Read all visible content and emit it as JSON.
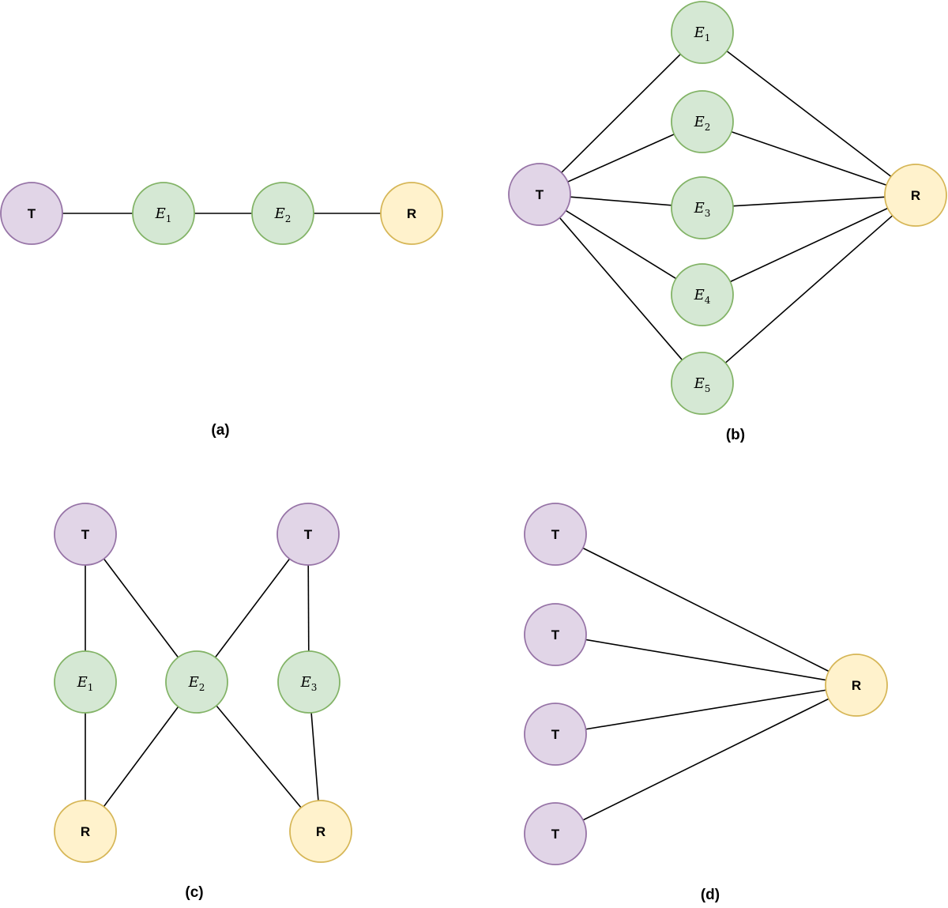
{
  "colors": {
    "T": {
      "fill": "#e1d5e7",
      "stroke": "#9673a6"
    },
    "E": {
      "fill": "#d5e8d4",
      "stroke": "#82b366"
    },
    "R": {
      "fill": "#fff2cc",
      "stroke": "#d6b656"
    }
  },
  "panels": [
    {
      "caption": "(a)",
      "nodes": [
        {
          "id": "a_T",
          "type": "T",
          "label": "T"
        },
        {
          "id": "a_E1",
          "type": "E",
          "label": "E",
          "sub": "1"
        },
        {
          "id": "a_E2",
          "type": "E",
          "label": "E",
          "sub": "2"
        },
        {
          "id": "a_R",
          "type": "R",
          "label": "R"
        }
      ],
      "edges": [
        [
          "a_T",
          "a_E1"
        ],
        [
          "a_E1",
          "a_E2"
        ],
        [
          "a_E2",
          "a_R"
        ]
      ]
    },
    {
      "caption": "(b)",
      "nodes": [
        {
          "id": "b_T",
          "type": "T",
          "label": "T"
        },
        {
          "id": "b_E1",
          "type": "E",
          "label": "E",
          "sub": "1"
        },
        {
          "id": "b_E2",
          "type": "E",
          "label": "E",
          "sub": "2"
        },
        {
          "id": "b_E3",
          "type": "E",
          "label": "E",
          "sub": "3"
        },
        {
          "id": "b_E4",
          "type": "E",
          "label": "E",
          "sub": "4"
        },
        {
          "id": "b_E5",
          "type": "E",
          "label": "E",
          "sub": "5"
        },
        {
          "id": "b_R",
          "type": "R",
          "label": "R"
        }
      ],
      "edges": [
        [
          "b_T",
          "b_E1"
        ],
        [
          "b_T",
          "b_E2"
        ],
        [
          "b_T",
          "b_E3"
        ],
        [
          "b_T",
          "b_E4"
        ],
        [
          "b_T",
          "b_E5"
        ],
        [
          "b_E1",
          "b_R"
        ],
        [
          "b_E2",
          "b_R"
        ],
        [
          "b_E3",
          "b_R"
        ],
        [
          "b_E4",
          "b_R"
        ],
        [
          "b_E5",
          "b_R"
        ]
      ]
    },
    {
      "caption": "(c)",
      "nodes": [
        {
          "id": "c_T1",
          "type": "T",
          "label": "T"
        },
        {
          "id": "c_T2",
          "type": "T",
          "label": "T"
        },
        {
          "id": "c_E1",
          "type": "E",
          "label": "E",
          "sub": "1"
        },
        {
          "id": "c_E2",
          "type": "E",
          "label": "E",
          "sub": "2"
        },
        {
          "id": "c_E3",
          "type": "E",
          "label": "E",
          "sub": "3"
        },
        {
          "id": "c_R1",
          "type": "R",
          "label": "R"
        },
        {
          "id": "c_R2",
          "type": "R",
          "label": "R"
        }
      ],
      "edges": [
        [
          "c_T1",
          "c_E1"
        ],
        [
          "c_T1",
          "c_E2"
        ],
        [
          "c_T2",
          "c_E2"
        ],
        [
          "c_T2",
          "c_E3"
        ],
        [
          "c_E1",
          "c_R1"
        ],
        [
          "c_E2",
          "c_R1"
        ],
        [
          "c_E2",
          "c_R2"
        ],
        [
          "c_E3",
          "c_R2"
        ]
      ]
    },
    {
      "caption": "(d)",
      "nodes": [
        {
          "id": "d_T1",
          "type": "T",
          "label": "T"
        },
        {
          "id": "d_T2",
          "type": "T",
          "label": "T"
        },
        {
          "id": "d_T3",
          "type": "T",
          "label": "T"
        },
        {
          "id": "d_T4",
          "type": "T",
          "label": "T"
        },
        {
          "id": "d_R",
          "type": "R",
          "label": "R"
        }
      ],
      "edges": [
        [
          "d_T1",
          "d_R"
        ],
        [
          "d_T2",
          "d_R"
        ],
        [
          "d_T3",
          "d_R"
        ],
        [
          "d_T4",
          "d_R"
        ]
      ]
    }
  ]
}
